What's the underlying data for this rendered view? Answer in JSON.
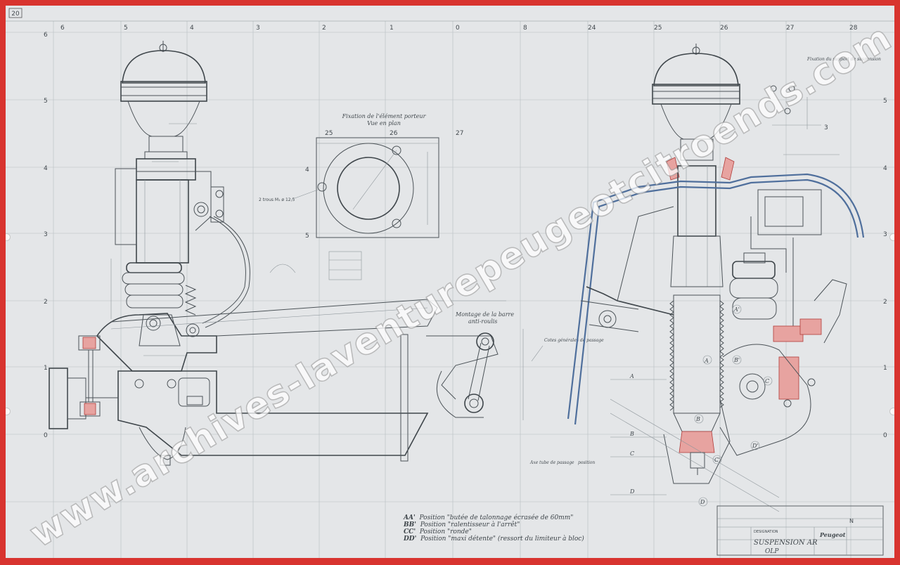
{
  "sheet": {
    "number": "20",
    "grid_top": [
      "6",
      "5",
      "4",
      "3",
      "2",
      "1",
      "0",
      "8",
      "24",
      "25",
      "26",
      "27",
      "28"
    ],
    "grid_left": [
      "6",
      "5",
      "4",
      "3",
      "2",
      "1",
      "0"
    ],
    "grid_right": [
      "5",
      "4",
      "3",
      "2",
      "1",
      "0"
    ]
  },
  "plan_view": {
    "title_line1": "Fixation de l'élément porteur",
    "title_line2": "Vue en plan",
    "cols": [
      "25",
      "26",
      "27"
    ],
    "rows": [
      "4",
      "5"
    ],
    "note": "2 trous M₁ ø 12,5"
  },
  "barre": {
    "title_line1": "Montage de la barre",
    "title_line2": "anti-roulis",
    "cote_label": "Cotes générales de passage"
  },
  "right_view": {
    "section_markers": [
      "A",
      "A'",
      "B",
      "B'",
      "C",
      "C'",
      "D",
      "D'"
    ],
    "row_labels": [
      "A",
      "B",
      "C",
      "D"
    ],
    "detail_label": "Fixation du support de suspension",
    "axe_note": "Axe tube de passage",
    "position_note": "position",
    "detail_number": "3"
  },
  "legend": [
    {
      "code": "AA'",
      "text": "Position \"butée de talonnage écrasée de 60mm\""
    },
    {
      "code": "BB'",
      "text": "Position \"ralentisseur à l'arrêt\""
    },
    {
      "code": "CC'",
      "text": "Position \"ronde\""
    },
    {
      "code": "DD'",
      "text": "Position \"maxi détente\" (ressort du limiteur à bloc)"
    }
  ],
  "title_block": {
    "label": "DESIGNATION",
    "title": "SUSPENSION AR",
    "subtitle": "OLP",
    "brand": "Peugeot",
    "sheet_mark": "N"
  },
  "watermark": "www.archives-laventurepeugeotcitroends.com"
}
